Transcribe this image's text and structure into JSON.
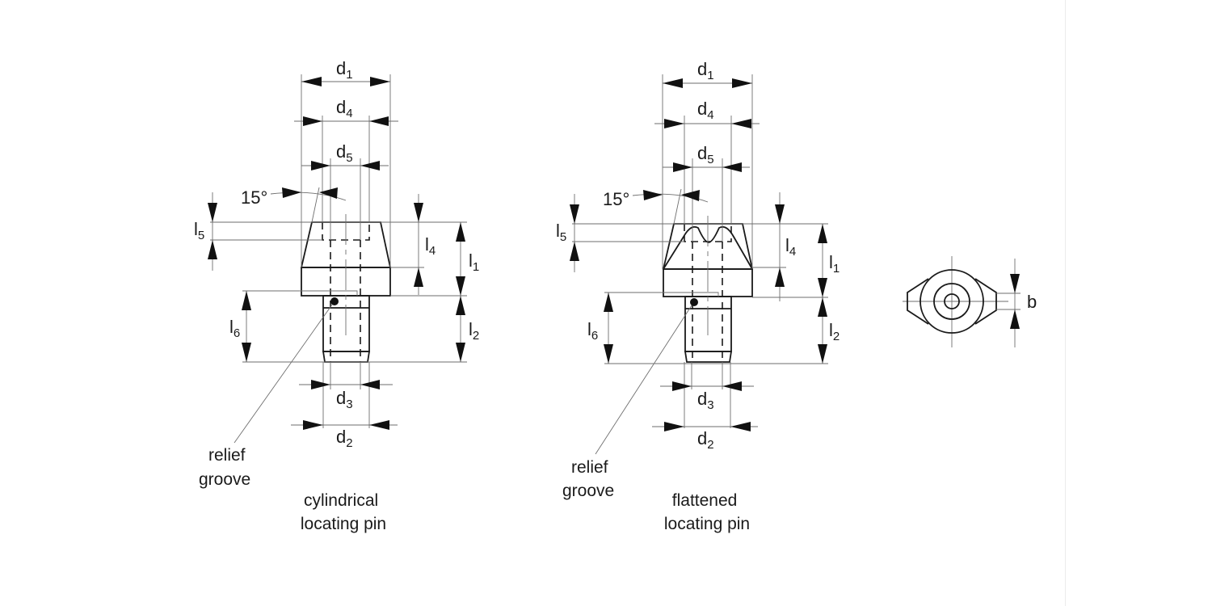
{
  "figures": [
    {
      "id": "cylindrical",
      "caption": [
        "cylindrical",
        "locating pin"
      ],
      "callout": [
        "relief",
        "groove"
      ],
      "angle_label": "15°",
      "dims": {
        "d1": {
          "main": "d",
          "sub": "1"
        },
        "d4": {
          "main": "d",
          "sub": "4"
        },
        "d5": {
          "main": "d",
          "sub": "5"
        },
        "d3": {
          "main": "d",
          "sub": "3"
        },
        "d2": {
          "main": "d",
          "sub": "2"
        },
        "l1": {
          "main": "l",
          "sub": "1"
        },
        "l2": {
          "main": "l",
          "sub": "2"
        },
        "l4": {
          "main": "l",
          "sub": "4"
        },
        "l5": {
          "main": "l",
          "sub": "5"
        },
        "l6": {
          "main": "l",
          "sub": "6"
        }
      }
    },
    {
      "id": "flattened",
      "caption": [
        "flattened",
        "locating pin"
      ],
      "callout": [
        "relief",
        "groove"
      ],
      "angle_label": "15°",
      "dims": {
        "d1": {
          "main": "d",
          "sub": "1"
        },
        "d4": {
          "main": "d",
          "sub": "4"
        },
        "d5": {
          "main": "d",
          "sub": "5"
        },
        "d3": {
          "main": "d",
          "sub": "3"
        },
        "d2": {
          "main": "d",
          "sub": "2"
        },
        "l1": {
          "main": "l",
          "sub": "1"
        },
        "l2": {
          "main": "l",
          "sub": "2"
        },
        "l4": {
          "main": "l",
          "sub": "4"
        },
        "l5": {
          "main": "l",
          "sub": "5"
        },
        "l6": {
          "main": "l",
          "sub": "6"
        }
      }
    }
  ],
  "top_view": {
    "dim_label": "b"
  },
  "colors": {
    "line": "#1a1a1a",
    "dimension_line": "#6e6e6e",
    "background": "#ffffff"
  }
}
